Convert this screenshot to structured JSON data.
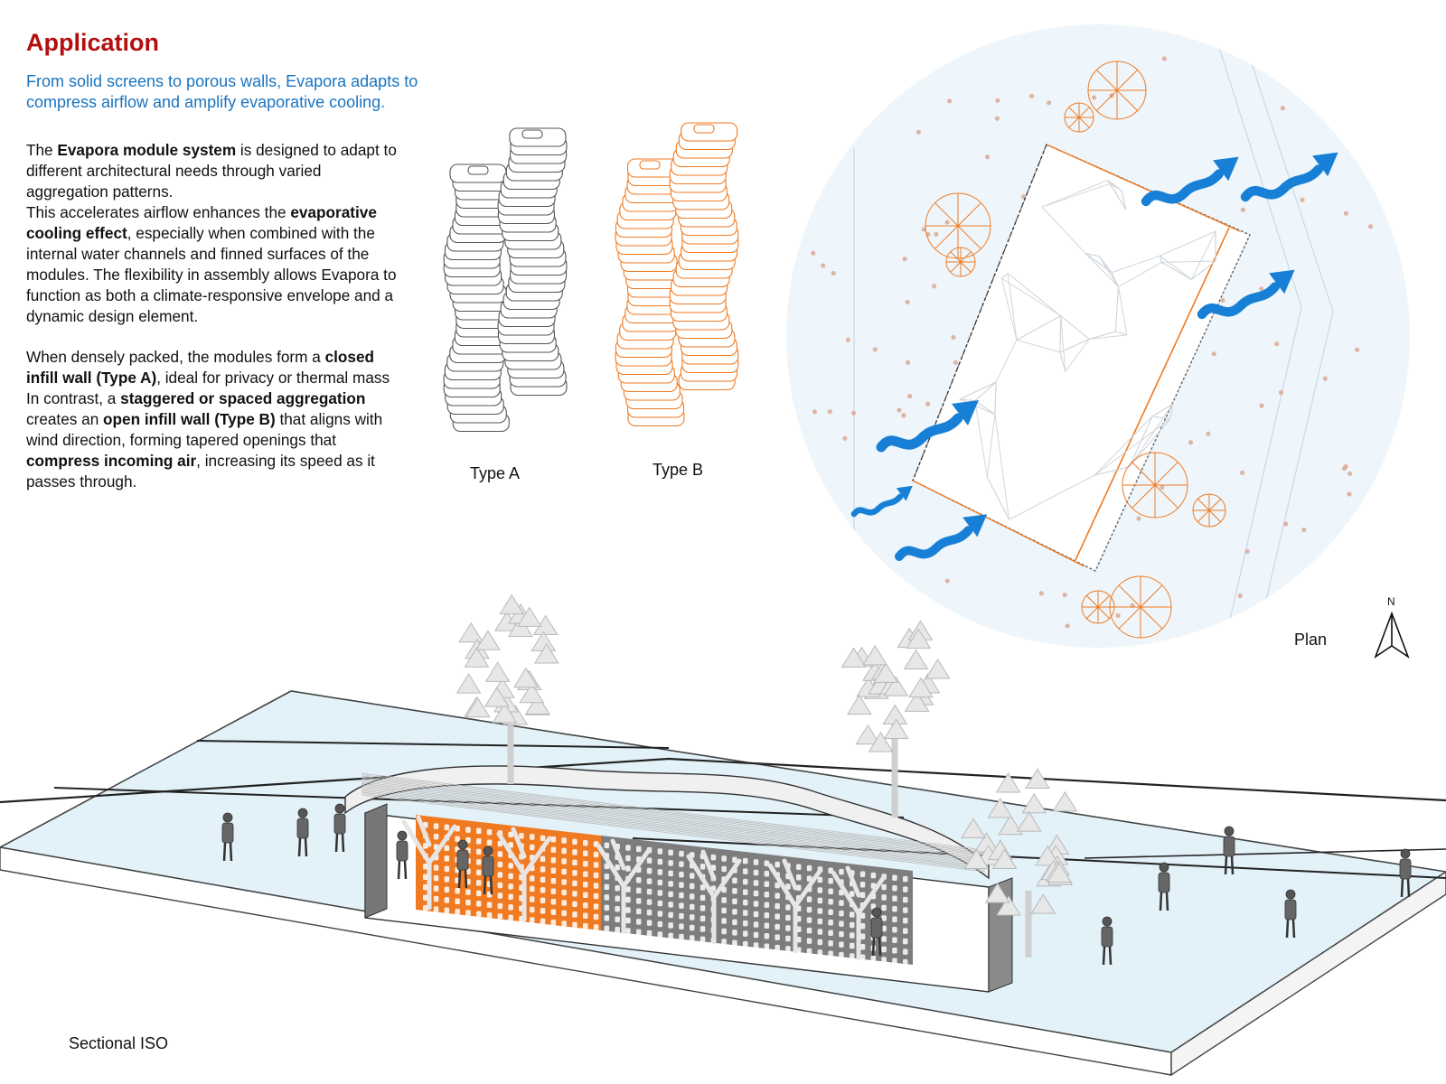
{
  "header": {
    "title": "Application",
    "subtitle": "From solid screens to porous walls, Evapora adapts to compress airflow and amplify evaporative cooling."
  },
  "paragraph1": {
    "s1": "The ",
    "b1": "Evapora module system",
    "s2": " is designed to adapt to different architectural needs through varied aggregation patterns.",
    "s3": "This accelerates airflow enhances the ",
    "b2": "evaporative cooling effect",
    "s4": ", especially when combined with the internal water channels and finned surfaces of the modules. The flexibility in assembly allows Evapora to function as both a climate-responsive envelope and a dynamic design element."
  },
  "paragraph2": {
    "s1": "When densely packed, the modules form a ",
    "b1": "closed infill wall (Type A)",
    "s2": ", ideal for privacy or thermal mass",
    "s3": "In contrast, a ",
    "b2": "staggered or spaced aggregation",
    "s4": " creates an ",
    "b3": "open infill wall (Type B)",
    "s5": "  that aligns with wind direction, forming tapered openings that ",
    "b4": "compress incoming air",
    "s6": ", increasing its speed as it passes through."
  },
  "labels": {
    "type_a": "Type A",
    "type_b": "Type B",
    "plan": "Plan",
    "north": "N",
    "sectional": "Sectional ISO"
  },
  "colors": {
    "title": "#b40f0f",
    "subtitle": "#1a74c0",
    "accent_orange": "#f07a21",
    "wind_blue": "#1780d6",
    "plan_circle": "#eef6fb",
    "ground": "#e3f1f8"
  },
  "icons": [
    "wind-arrow-icon",
    "north-arrow-icon",
    "tree-icon",
    "person-icon"
  ]
}
